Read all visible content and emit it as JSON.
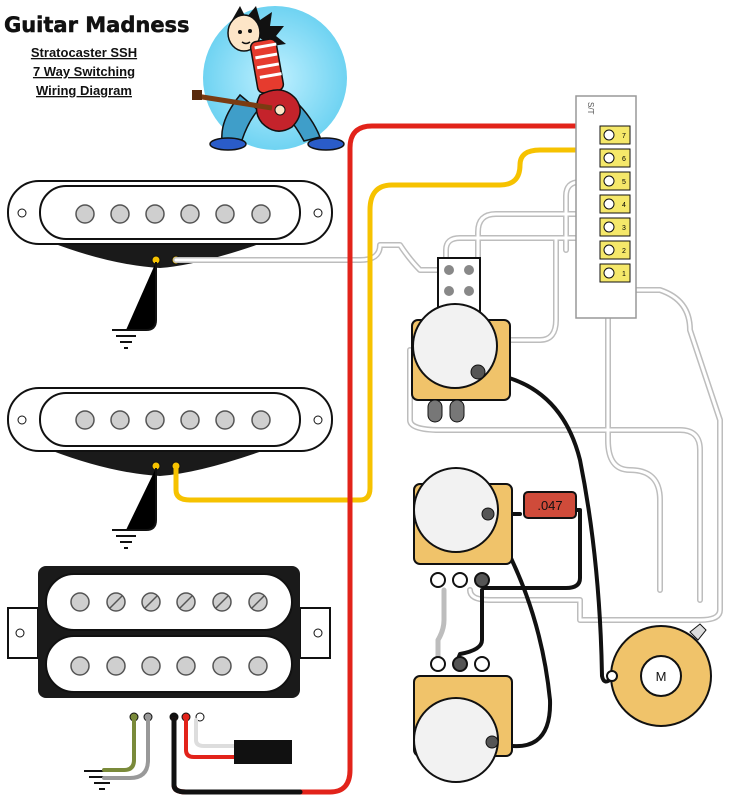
{
  "header": {
    "brand": "Guitar Madness",
    "subtitle_lines": [
      "Stratocaster SSH",
      "7 Way Switching",
      "Wiring Diagram"
    ]
  },
  "switch": {
    "top_label": "S/T",
    "lug_numbers": [
      "7",
      "6",
      "5",
      "4",
      "3",
      "2",
      "1"
    ]
  },
  "capacitor": {
    "label": ".047"
  },
  "jack": {
    "label": "M"
  },
  "colors": {
    "hot_red": "#e2231a",
    "yellow": "#f6c200",
    "white_wire": "#d9d9d9",
    "black_wire": "#111111",
    "green_wire": "#7a8a3a",
    "pot_body": "#f0c36a",
    "capacitor": "#cf4b3a",
    "background": "#ffffff"
  },
  "icons": [
    "guitarist-cartoon-icon",
    "ground-symbol-icon",
    "output-jack-icon"
  ]
}
